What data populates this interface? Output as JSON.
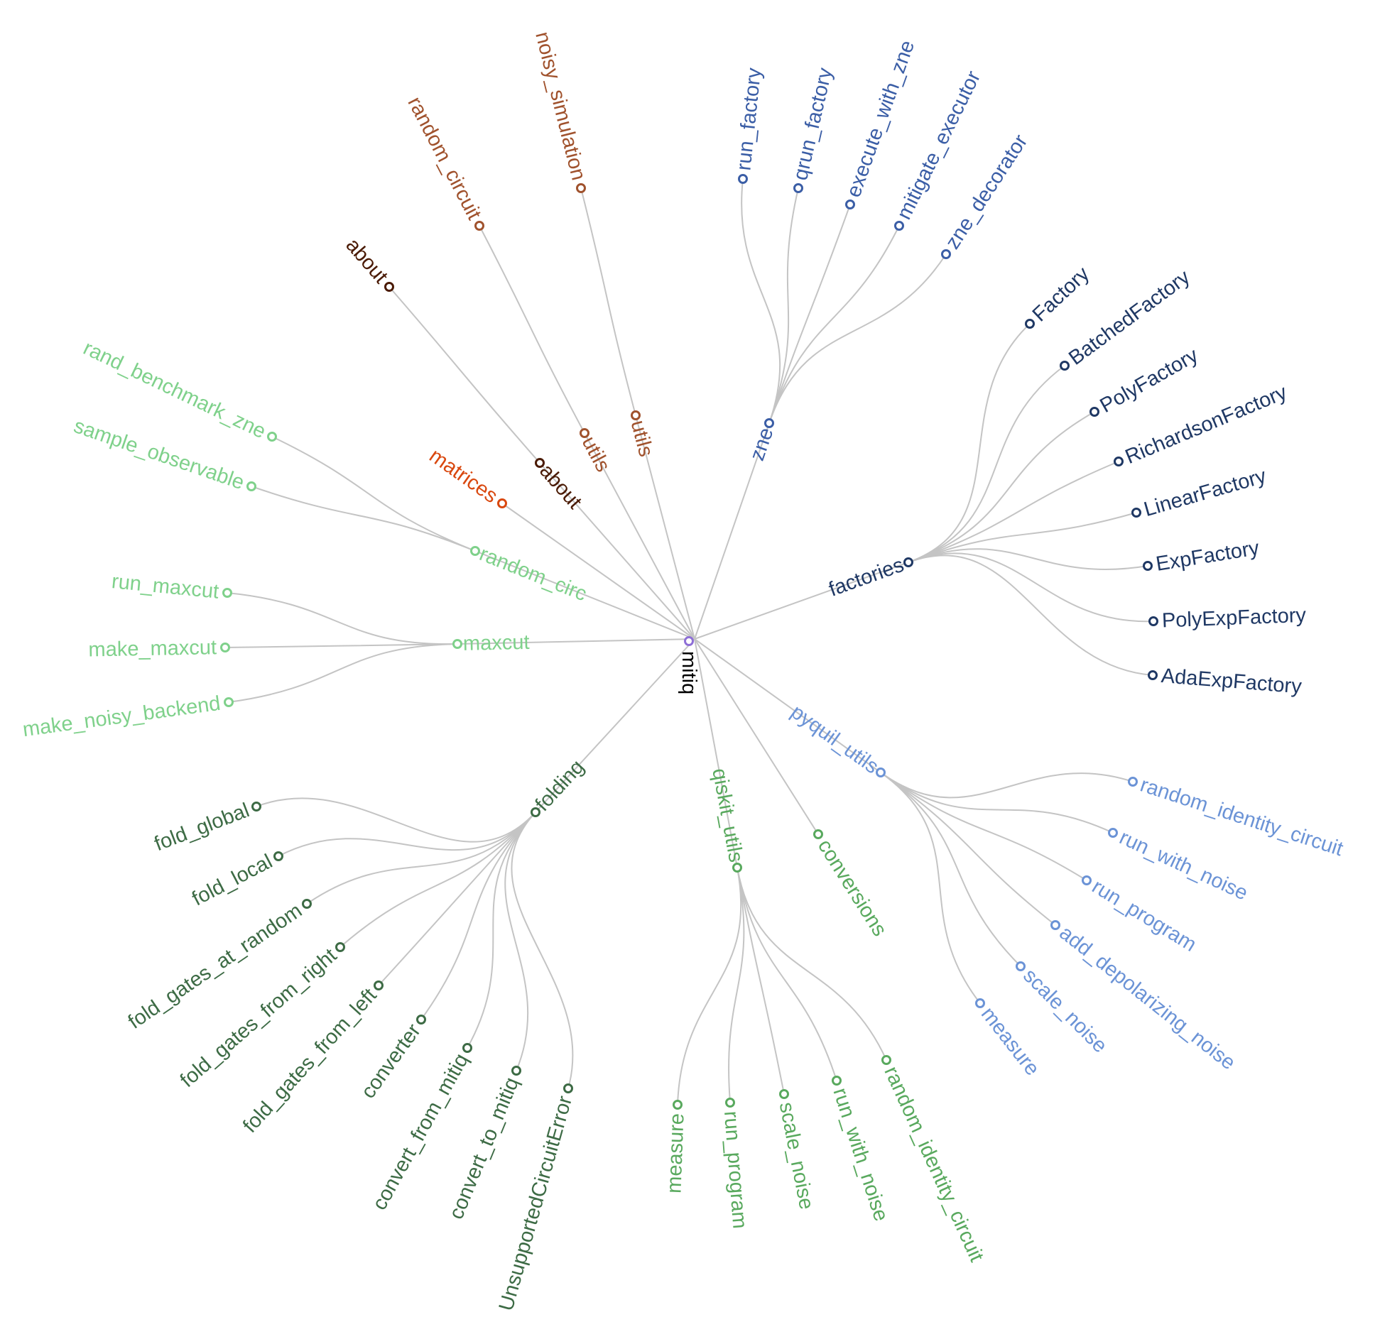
{
  "tree": {
    "label": "mitiq",
    "color": "#8e6fd6",
    "children": [
      {
        "label": "zne",
        "color": "#3b5ea6",
        "children": [
          {
            "label": "run_factory",
            "color": "#3b5ea6"
          },
          {
            "label": "qrun_factory",
            "color": "#3b5ea6"
          },
          {
            "label": "execute_with_zne",
            "color": "#3b5ea6"
          },
          {
            "label": "mitigate_executor",
            "color": "#3b5ea6"
          },
          {
            "label": "zne_decorator",
            "color": "#3b5ea6"
          }
        ]
      },
      {
        "label": "factories",
        "color": "#1f3864",
        "children": [
          {
            "label": "Factory",
            "color": "#1f3864"
          },
          {
            "label": "BatchedFactory",
            "color": "#1f3864"
          },
          {
            "label": "PolyFactory",
            "color": "#1f3864"
          },
          {
            "label": "RichardsonFactory",
            "color": "#1f3864"
          },
          {
            "label": "LinearFactory",
            "color": "#1f3864"
          },
          {
            "label": "ExpFactory",
            "color": "#1f3864"
          },
          {
            "label": "PolyExpFactory",
            "color": "#1f3864"
          },
          {
            "label": "AdaExpFactory",
            "color": "#1f3864"
          }
        ]
      },
      {
        "label": "pyquil_utils",
        "color": "#6b93d6",
        "children": [
          {
            "label": "random_identity_circuit",
            "color": "#6b93d6"
          },
          {
            "label": "run_with_noise",
            "color": "#6b93d6"
          },
          {
            "label": "run_program",
            "color": "#6b93d6"
          },
          {
            "label": "add_depolarizing_noise",
            "color": "#6b93d6"
          },
          {
            "label": "scale_noise",
            "color": "#6b93d6"
          },
          {
            "label": "measure",
            "color": "#6b93d6"
          }
        ]
      },
      {
        "label": "conversions",
        "color": "#59a95e"
      },
      {
        "label": "qiskit_utils",
        "color": "#59a95e",
        "children": [
          {
            "label": "measure",
            "color": "#59a95e"
          },
          {
            "label": "run_program",
            "color": "#59a95e"
          },
          {
            "label": "scale_noise",
            "color": "#59a95e"
          },
          {
            "label": "run_with_noise",
            "color": "#59a95e"
          },
          {
            "label": "random_identity_circuit",
            "color": "#59a95e"
          }
        ]
      },
      {
        "label": "folding",
        "color": "#3d6b45",
        "children": [
          {
            "label": "fold_global",
            "color": "#3d6b45"
          },
          {
            "label": "fold_local",
            "color": "#3d6b45"
          },
          {
            "label": "fold_gates_at_random",
            "color": "#3d6b45"
          },
          {
            "label": "fold_gates_from_right",
            "color": "#3d6b45"
          },
          {
            "label": "fold_gates_from_left",
            "color": "#3d6b45"
          },
          {
            "label": "converter",
            "color": "#3d6b45"
          },
          {
            "label": "convert_from_mitiq",
            "color": "#3d6b45"
          },
          {
            "label": "convert_to_mitiq",
            "color": "#3d6b45"
          },
          {
            "label": "UnsupportedCircuitError",
            "color": "#3d6b45"
          }
        ]
      },
      {
        "label": "maxcut",
        "color": "#7fd18b",
        "children": [
          {
            "label": "run_maxcut",
            "color": "#7fd18b"
          },
          {
            "label": "make_maxcut",
            "color": "#7fd18b"
          },
          {
            "label": "make_noisy_backend",
            "color": "#7fd18b"
          }
        ]
      },
      {
        "label": "random_circ",
        "color": "#7fd18b",
        "children": [
          {
            "label": "rand_benchmark_zne",
            "color": "#7fd18b"
          },
          {
            "label": "sample_observable",
            "color": "#7fd18b"
          }
        ]
      },
      {
        "label": "matrices",
        "color": "#d9480f"
      },
      {
        "label": "about",
        "color": "#4a1a04",
        "children": [
          {
            "label": "about",
            "color": "#4a1a04"
          }
        ]
      },
      {
        "label": "utils",
        "color": "#a0522d",
        "children": [
          {
            "label": "random_circuit",
            "color": "#a0522d"
          }
        ]
      },
      {
        "label": "utils",
        "color": "#a0522d",
        "children": [
          {
            "label": "noisy_simulation",
            "color": "#a0522d"
          }
        ]
      }
    ]
  }
}
